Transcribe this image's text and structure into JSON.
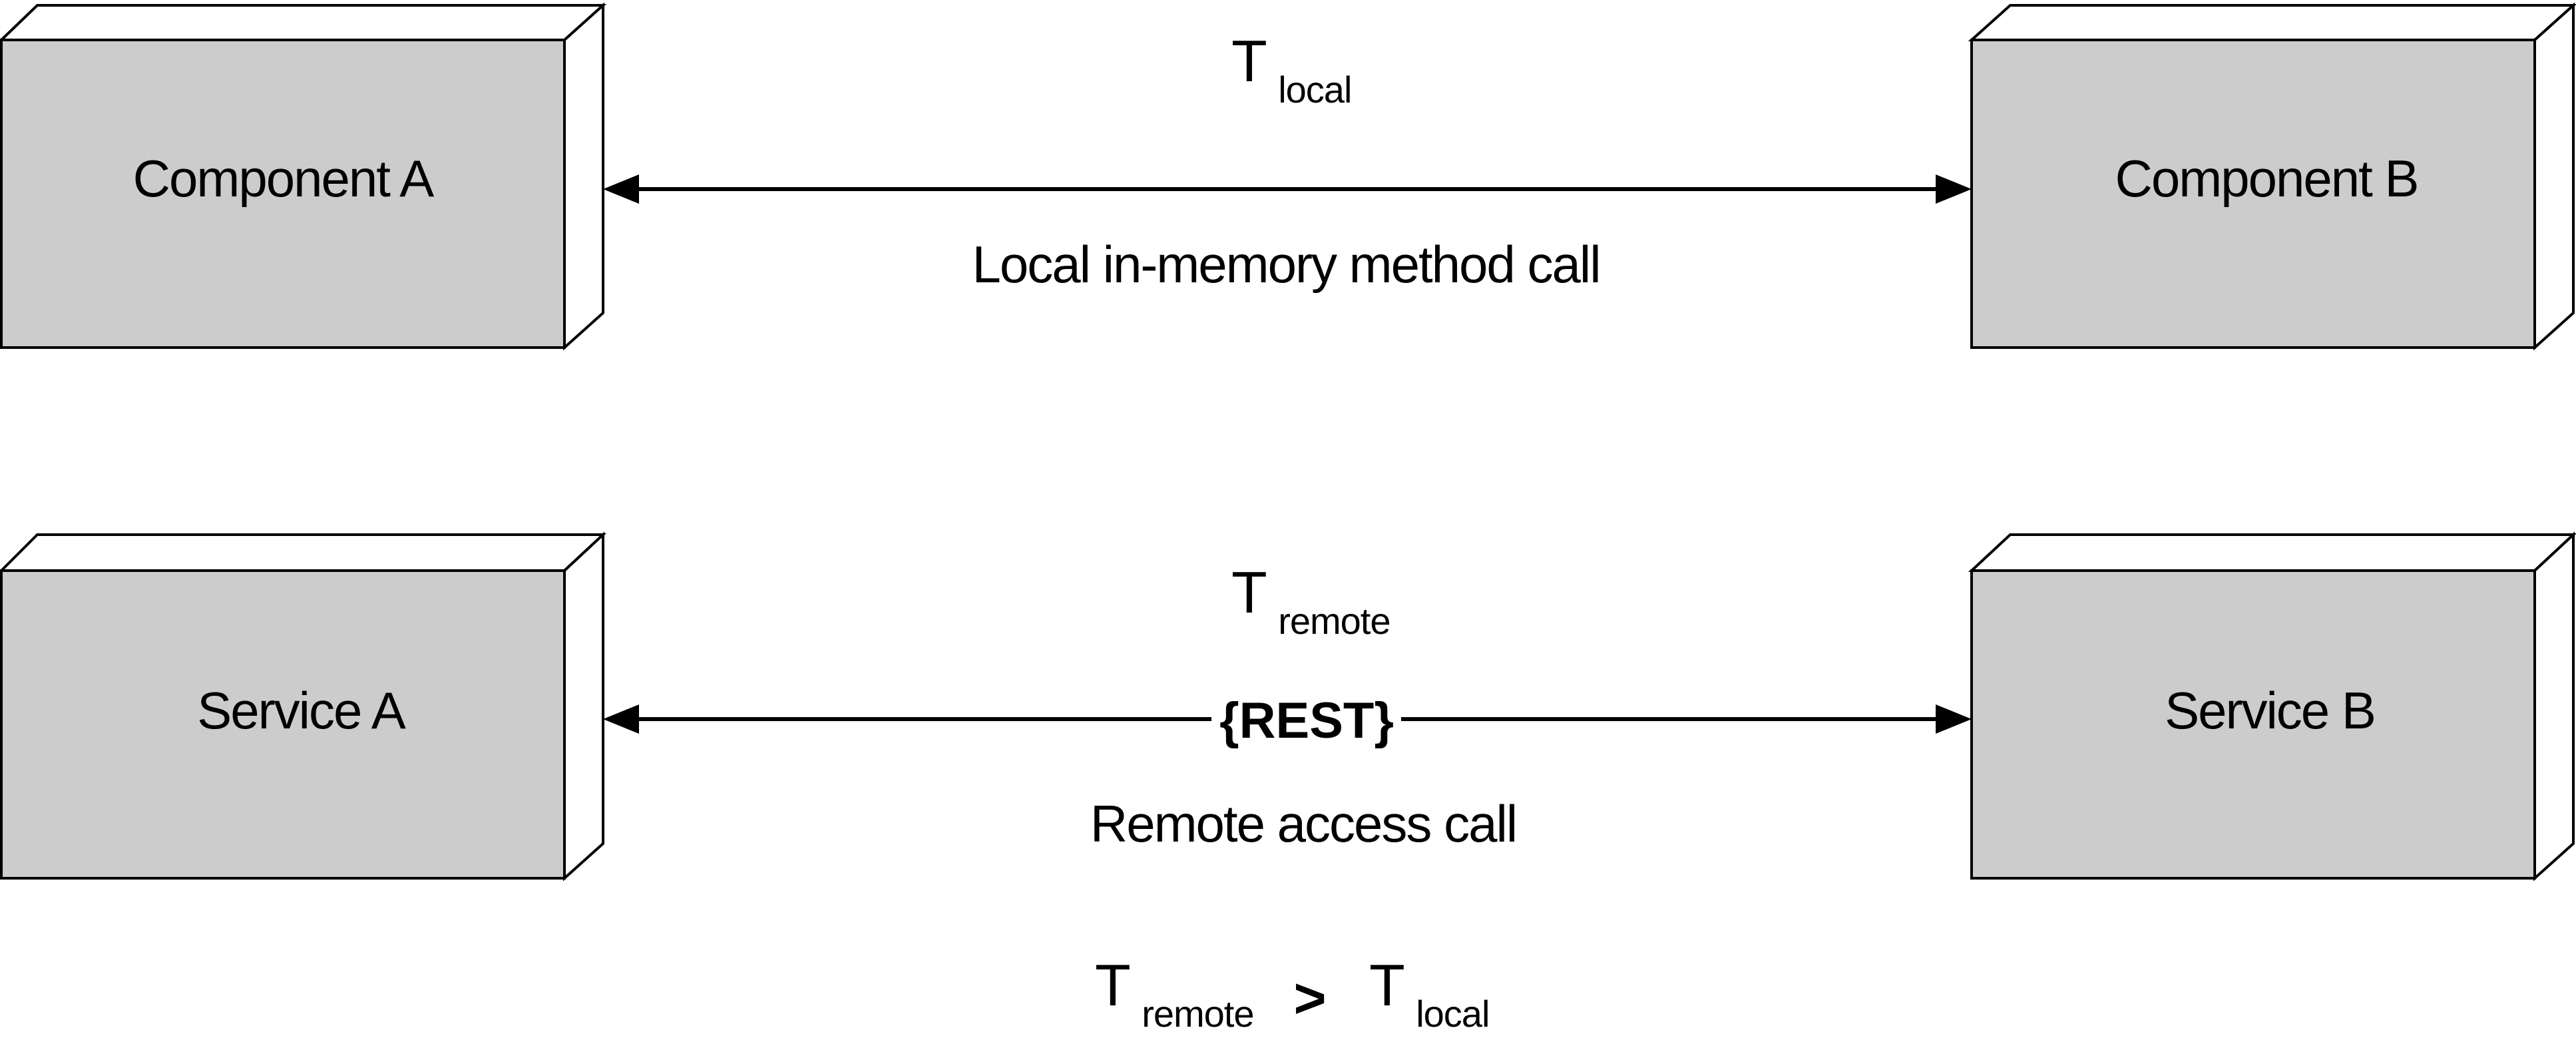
{
  "top_row": {
    "left_box": "Component A",
    "right_box": "Component B",
    "time_symbol": "T",
    "time_subscript": "local",
    "caption": "Local in-memory method call"
  },
  "bottom_row": {
    "left_box": "Service A",
    "right_box": "Service B",
    "time_symbol": "T",
    "time_subscript": "remote",
    "protocol": "{REST}",
    "caption": "Remote access call"
  },
  "comparison": {
    "left_symbol": "T",
    "left_subscript": "remote",
    "operator": ">",
    "right_symbol": "T",
    "right_subscript": "local"
  },
  "colors": {
    "box_fill": "#cccccc",
    "box_side": "#ffffff",
    "line": "#000000"
  }
}
